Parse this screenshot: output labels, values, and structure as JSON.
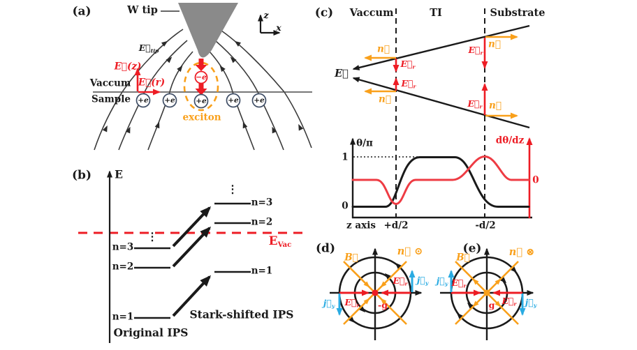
{
  "figure_type": "multi-panel physics schematic figure",
  "colors": {
    "red": "#ed1c24",
    "orange": "#f9a01b",
    "cyan": "#29abe2",
    "tip_gray": "#8a8a8a",
    "black": "#1a1a1a"
  },
  "panel_a": {
    "label": "(a)",
    "w_tip": "W tip",
    "axis_z": "z",
    "axis_x": "x",
    "e_tip_base": "E⃗",
    "e_tip_sub": "tip",
    "e_z": "E⃗(z)",
    "e_r": "E⃗(r)",
    "vacuum": "Vaccum",
    "sample": "Sample",
    "plus_e": "+e",
    "minus_e": "−e",
    "exciton": "exciton"
  },
  "panel_b": {
    "label": "(b)",
    "axis_label": "E",
    "evac_base": "E",
    "evac_sub": "Vac",
    "levels_left": [
      "n=3",
      "n=2",
      "n=1"
    ],
    "levels_right": [
      "n=3",
      "n=2",
      "n=1"
    ],
    "dots": "⋮",
    "original_label": "Original IPS",
    "stark_label": "Stark-shifted IPS"
  },
  "panel_c": {
    "label": "(c)",
    "region_vacuum": "Vaccum",
    "region_ti": "TI",
    "region_substrate": "Substrate",
    "e_field": "E⃗",
    "n_vec": "n⃗",
    "plot": {
      "ylabel_left": "θ/π",
      "ytick_1": "1",
      "ytick_0": "0",
      "ylabel_right": "dθ/dz",
      "ytick_right_0": "0",
      "xlabel": "z axis",
      "xtick_plus": "+d/2",
      "xtick_minus": "-d/2"
    }
  },
  "panel_d": {
    "label": "(d)",
    "b_field": "B⃗",
    "n_label": "n⃗ ⊙",
    "g_label": "-g"
  },
  "panel_e": {
    "label": "(e)",
    "b_field": "B⃗",
    "n_label": "n⃗ ⊗",
    "g_label": "g"
  },
  "shared": {
    "er_base": "E⃗",
    "er_sub": "r",
    "jy_base": "j⃗",
    "jy_sub": "y"
  },
  "chart_data": {
    "type": "line",
    "title": "axion angle profile across TI film (schematic)",
    "xlabel": "z axis",
    "x_ticks": [
      "+d/2",
      "-d/2"
    ],
    "ylabel_left": "θ/π",
    "y_ticks_left": [
      0,
      1
    ],
    "ylabel_right": "dθ/dz",
    "y_ticks_right": [
      0
    ],
    "legend_position": "none",
    "grid": false,
    "series": [
      {
        "name": "θ/π",
        "color": "#1a1a1a",
        "axis": "left",
        "x": [
          0,
          0.15,
          0.2,
          0.25,
          0.3,
          0.38,
          0.5,
          0.6,
          0.68,
          0.75,
          0.83,
          1
        ],
        "y": [
          0,
          0,
          0.05,
          0.25,
          0.7,
          1,
          1,
          1,
          0.85,
          0.45,
          0.05,
          0
        ]
      },
      {
        "name": "dθ/dz",
        "color": "#ed1c24",
        "axis": "right",
        "x": [
          0,
          0.13,
          0.2,
          0.25,
          0.3,
          0.38,
          0.55,
          0.65,
          0.75,
          0.85,
          1
        ],
        "y": [
          0,
          0,
          -0.5,
          -0.95,
          -0.5,
          0,
          0,
          0.4,
          1,
          0.05,
          0
        ]
      }
    ],
    "annotations": [
      "dotted guide line at θ/π = 1",
      "dashed vertical lines at +d/2 and -d/2 shared with upper schematic"
    ]
  }
}
